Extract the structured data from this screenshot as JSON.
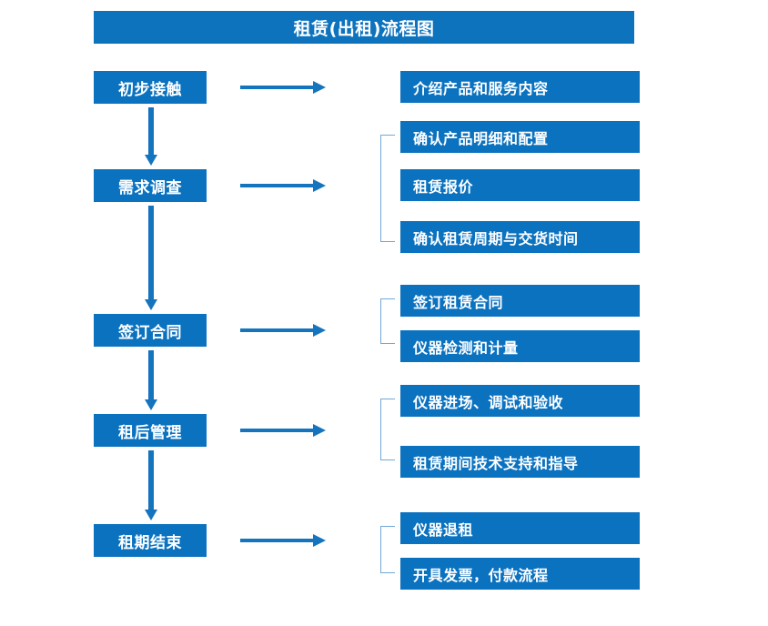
{
  "title": "租赁(出租)流程图",
  "theme": {
    "banner_color": "#0E73BD",
    "box_color": "#0B72C0",
    "arrow_color": "#1574BE",
    "bracket_color": "#6FA8D8",
    "text_color": "#FFFFFF",
    "background": "#FFFFFF"
  },
  "stages": [
    {
      "label": "初步接触"
    },
    {
      "label": "需求调查"
    },
    {
      "label": "签订合同"
    },
    {
      "label": "租后管理"
    },
    {
      "label": "租期结束"
    }
  ],
  "details": [
    {
      "label": "介绍产品和服务内容"
    },
    {
      "label": "确认产品明细和配置"
    },
    {
      "label": "租赁报价"
    },
    {
      "label": "确认租赁周期与交货时间"
    },
    {
      "label": "签订租赁合同"
    },
    {
      "label": "仪器检测和计量"
    },
    {
      "label": "仪器进场、调试和验收"
    },
    {
      "label": "租赁期间技术支持和指导"
    },
    {
      "label": "仪器退租"
    },
    {
      "label": "开具发票，付款流程"
    }
  ],
  "flow": {
    "stage_to_detail_arrows": 5,
    "stage_to_stage_arrows": 4,
    "bracket_groups": 4
  }
}
